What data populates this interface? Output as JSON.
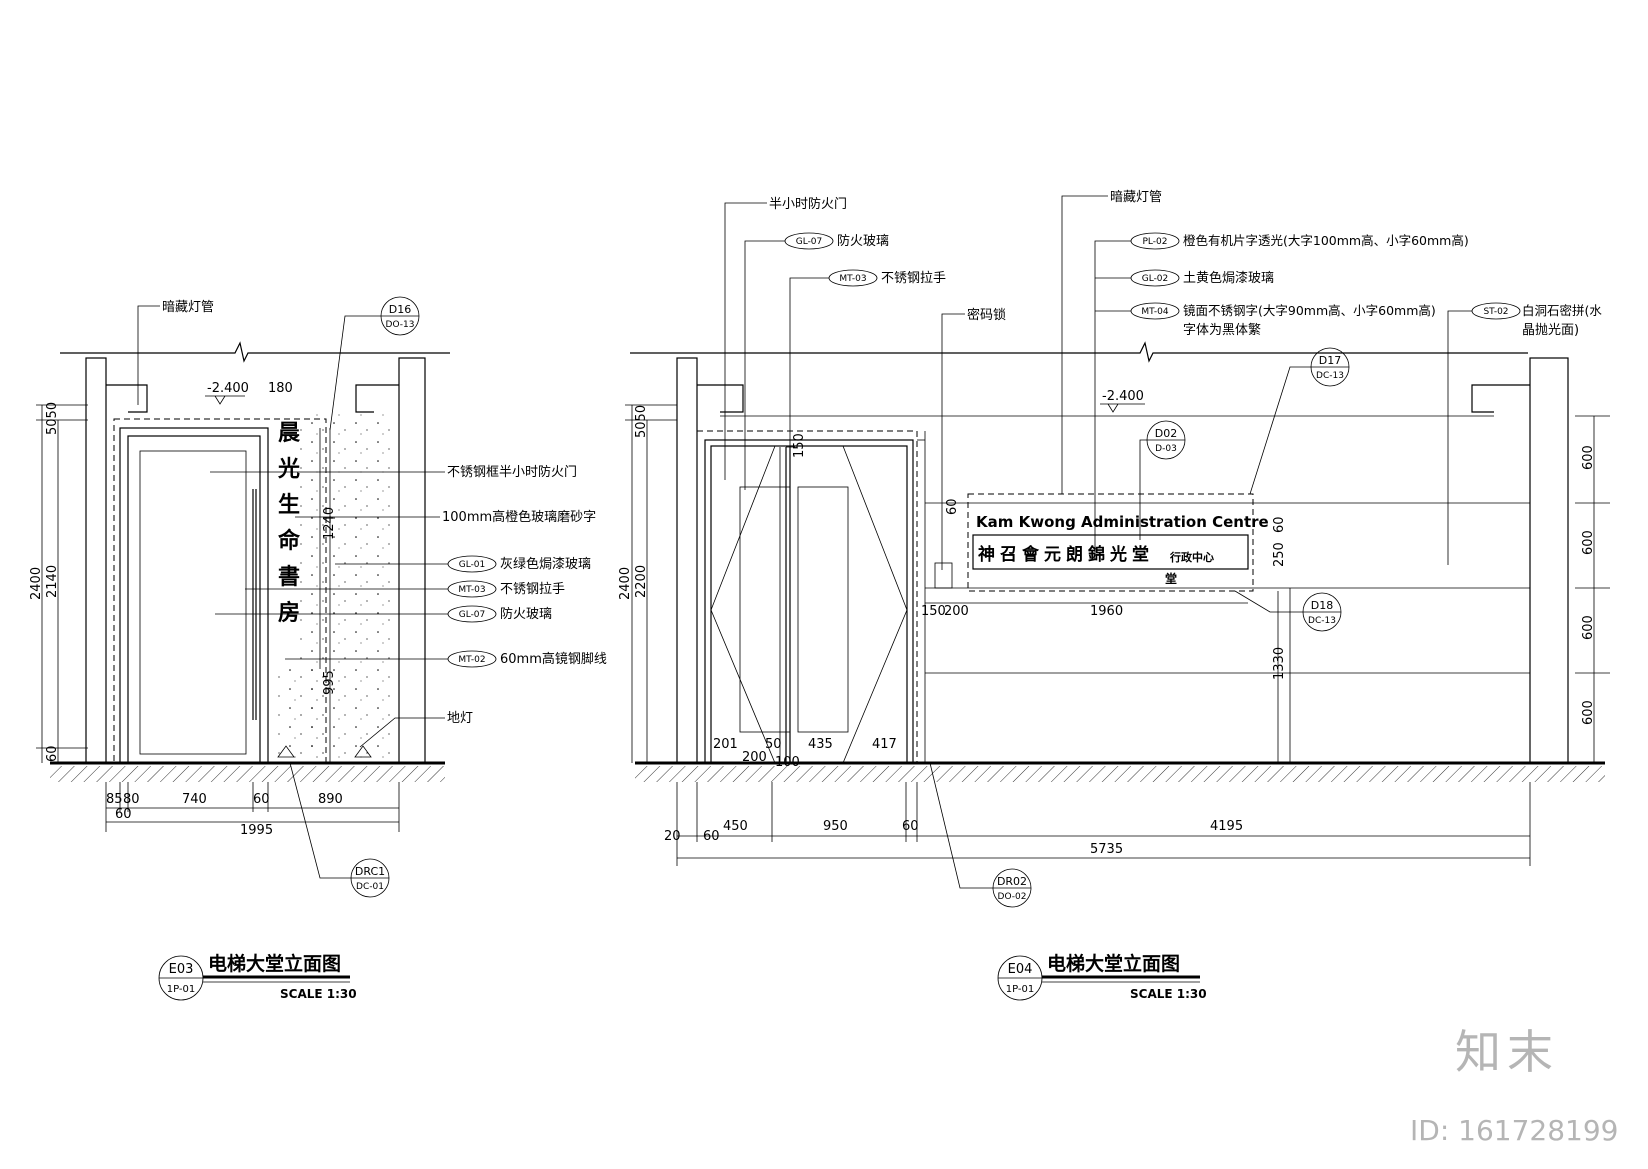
{
  "left_elevation": {
    "code": "E03",
    "sheet": "1P-01",
    "title": "电梯大堂立面图",
    "scale": "SCALE 1:30",
    "ceiling_level": "-2.400",
    "tag_d16": {
      "id": "D16",
      "ref": "DO-13"
    },
    "tag_drc1": {
      "id": "DRC1",
      "ref": "DC-01"
    },
    "vertical_text": "晨光生命書房",
    "callouts": [
      {
        "code": "",
        "text": "暗藏灯管"
      },
      {
        "code": "",
        "text": "不锈钢框半小时防火门"
      },
      {
        "code": "",
        "text": "100mm高橙色玻璃磨砂字"
      },
      {
        "code": "GL-01",
        "text": "灰绿色焗漆玻璃"
      },
      {
        "code": "MT-03",
        "text": "不锈钢拉手"
      },
      {
        "code": "GL-07",
        "text": "防火玻璃"
      },
      {
        "code": "MT-02",
        "text": "60mm高镜钢脚线"
      },
      {
        "code": "",
        "text": "地灯"
      }
    ],
    "dims_vertical": [
      "5050",
      "2400",
      "2140",
      "60",
      "1240",
      "995"
    ],
    "dims_horizontal": [
      "85",
      "80",
      "740",
      "60",
      "890",
      "60",
      "1995",
      "180"
    ]
  },
  "right_elevation": {
    "code": "E04",
    "sheet": "1P-01",
    "title": "电梯大堂立面图",
    "scale": "SCALE 1:30",
    "ceiling_level": "-2.400",
    "tags": [
      {
        "id": "D17",
        "ref": "DC-13"
      },
      {
        "id": "D02",
        "ref": "D-03"
      },
      {
        "id": "D18",
        "ref": "DC-13"
      },
      {
        "id": "DR02",
        "ref": "DO-02"
      }
    ],
    "sign_en": "Kam Kwong Administration Centre",
    "sign_cn": "神召會元朗錦光堂",
    "sign_cn_small": "行政中心",
    "sign_cn_extra": "堂",
    "callouts": [
      {
        "code": "",
        "text": "半小时防火门"
      },
      {
        "code": "GL-07",
        "text": "防火玻璃"
      },
      {
        "code": "MT-03",
        "text": "不锈钢拉手"
      },
      {
        "code": "",
        "text": "密码锁"
      },
      {
        "code": "",
        "text": "暗藏灯管"
      },
      {
        "code": "PL-02",
        "text": "橙色有机片字透光(大字100mm高、小字60mm高)"
      },
      {
        "code": "GL-02",
        "text": "土黄色焗漆玻璃"
      },
      {
        "code": "MT-04",
        "text": "镜面不锈钢字(大字90mm高、小字60mm高)"
      },
      {
        "code": "",
        "text": "字体为黑体繁"
      },
      {
        "code": "ST-02",
        "text": "白洞石密拼(水"
      },
      {
        "code": "",
        "text": "晶抛光面)"
      }
    ],
    "dims_vertical": [
      "5050",
      "2400",
      "2200",
      "150",
      "60",
      "250",
      "60",
      "1330",
      "600",
      "600",
      "600",
      "600"
    ],
    "dims_horizontal": [
      "201",
      "50",
      "435",
      "417",
      "200",
      "100",
      "150",
      "200",
      "1960",
      "20",
      "60",
      "450",
      "950",
      "60",
      "4195",
      "5735"
    ]
  },
  "watermark": {
    "brand": "知末",
    "id": "ID: 161728199"
  }
}
